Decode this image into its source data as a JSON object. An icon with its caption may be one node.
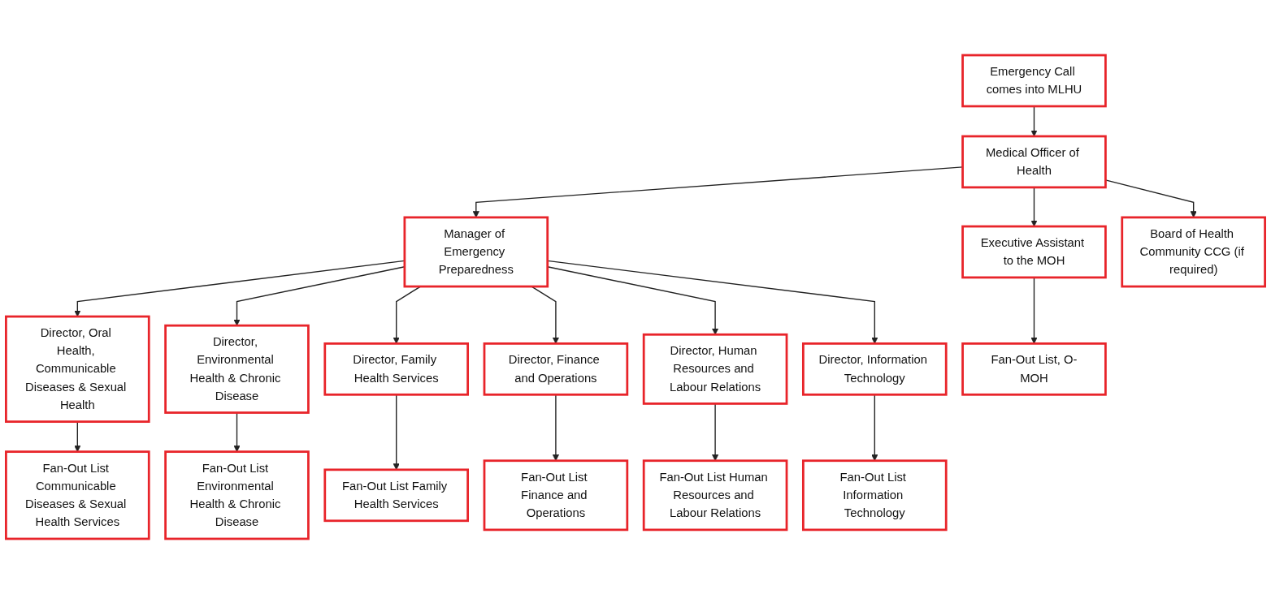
{
  "diagram": {
    "nodes": [
      {
        "text": [
          "Emergency Call comes into MLHU"
        ]
      },
      {
        "text": [
          "Medical Officer of Health"
        ]
      },
      {
        "text": [
          "Board of Health Community CCG (if required)"
        ]
      },
      {
        "text": [
          "Manager of Emergency Preparedness"
        ]
      },
      {
        "text": [
          "Executive Assistant to the MOH"
        ]
      },
      {
        "text": [
          "Director, Oral Health, Communicable Diseases & Sexual Health"
        ]
      },
      {
        "text": [
          "Director, Environmental Health & Chronic Disease"
        ]
      },
      {
        "text": [
          "Director, Family Health Services"
        ]
      },
      {
        "text": [
          "Director, Finance and Operations"
        ]
      },
      {
        "text": [
          "Director, Human Resources and Labour Relations"
        ]
      },
      {
        "text": [
          "Director, Information Technology"
        ]
      },
      {
        "text": [
          "Fan-Out List, O-MOH"
        ]
      },
      {
        "text": [
          "Fan-Out List Communicable Diseases & Sexual Health Services"
        ]
      },
      {
        "text": [
          "Fan-Out List Environmental Health & Chronic Disease"
        ]
      },
      {
        "text": [
          "Fan-Out List Family Health Services"
        ]
      },
      {
        "text": [
          "Fan-Out List Finance and Operations"
        ]
      },
      {
        "text": [
          "Fan-Out List Human Resources and Labour Relations"
        ]
      },
      {
        "text": [
          "Fan-Out List Information Technology"
        ]
      }
    ],
    "edges": [
      {
        "from": 0,
        "to": 1,
        "arrow": "to"
      },
      {
        "from": 1,
        "to": 2,
        "arrow": "to"
      },
      {
        "from": 1,
        "to": 4,
        "arrow": "to"
      },
      {
        "from": 1,
        "to": 3,
        "arrow": "to"
      },
      {
        "from": 3,
        "to": 5,
        "arrow": "to"
      },
      {
        "from": 3,
        "to": 6,
        "arrow": "to"
      },
      {
        "from": 3,
        "to": 7,
        "arrow": "to"
      },
      {
        "from": 3,
        "to": 8,
        "arrow": "to"
      },
      {
        "from": 3,
        "to": 9,
        "arrow": "to"
      },
      {
        "from": 3,
        "to": 10,
        "arrow": "to"
      },
      {
        "from": 4,
        "to": 11,
        "arrow": "to"
      },
      {
        "from": 5,
        "to": 12,
        "arrow": "to"
      },
      {
        "from": 6,
        "to": 13,
        "arrow": "to"
      },
      {
        "from": 7,
        "to": 14,
        "arrow": "to"
      },
      {
        "from": 8,
        "to": 15,
        "arrow": "to"
      },
      {
        "from": 9,
        "to": 16,
        "arrow": "to"
      },
      {
        "from": 10,
        "to": 17,
        "arrow": "to"
      }
    ]
  }
}
